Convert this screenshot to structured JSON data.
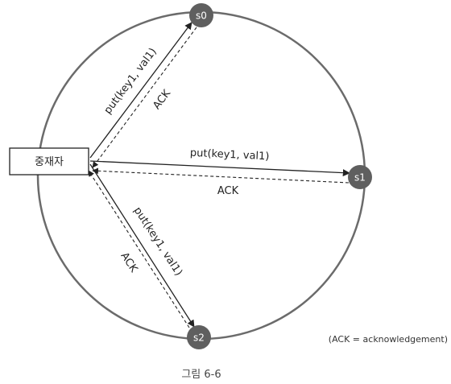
{
  "coordinator": {
    "label": "중재자"
  },
  "nodes": [
    {
      "id": "s0",
      "label": "s0"
    },
    {
      "id": "s1",
      "label": "s1"
    },
    {
      "id": "s2",
      "label": "s2"
    }
  ],
  "requests": [
    {
      "to": "s0",
      "label": "put(key1, val1)"
    },
    {
      "to": "s1",
      "label": "put(key1, val1)"
    },
    {
      "to": "s2",
      "label": "put(key1, val1)"
    }
  ],
  "acks": [
    {
      "from": "s0",
      "label": "ACK"
    },
    {
      "from": "s1",
      "label": "ACK"
    },
    {
      "from": "s2",
      "label": "ACK"
    }
  ],
  "note": "(ACK = acknowledgement)",
  "caption": "그림 6-6",
  "colors": {
    "ring": "#6b6b6b",
    "node": "#5f5f5f",
    "arrow": "#222222"
  }
}
